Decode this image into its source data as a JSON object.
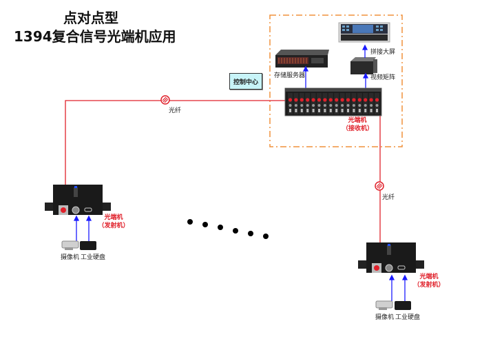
{
  "title": {
    "line1": "点对点型",
    "line2": "1394复合信号光端机应用"
  },
  "control_center": {
    "label": "控制中心",
    "storage_server_label": "存储服务器",
    "video_wall_label": "拼接大屏",
    "video_matrix_label": "视频矩阵",
    "receiver_line1": "光端机",
    "receiver_line2": "（接收机）"
  },
  "fiber_links": [
    {
      "label": "光纤"
    },
    {
      "label": "光纤"
    }
  ],
  "transmitters": [
    {
      "line1": "光端机",
      "line2": "（发射机）",
      "camera_label": "摄像机",
      "disk_label": "工业硬盘"
    },
    {
      "line1": "光端机",
      "line2": "（发射机）",
      "camera_label": "摄像机",
      "disk_label": "工业硬盘"
    }
  ],
  "colors": {
    "fiber": "#e0202a",
    "signal": "#1a1aff",
    "boundary": "#f0903a",
    "control_box": "#c8f4f8"
  }
}
